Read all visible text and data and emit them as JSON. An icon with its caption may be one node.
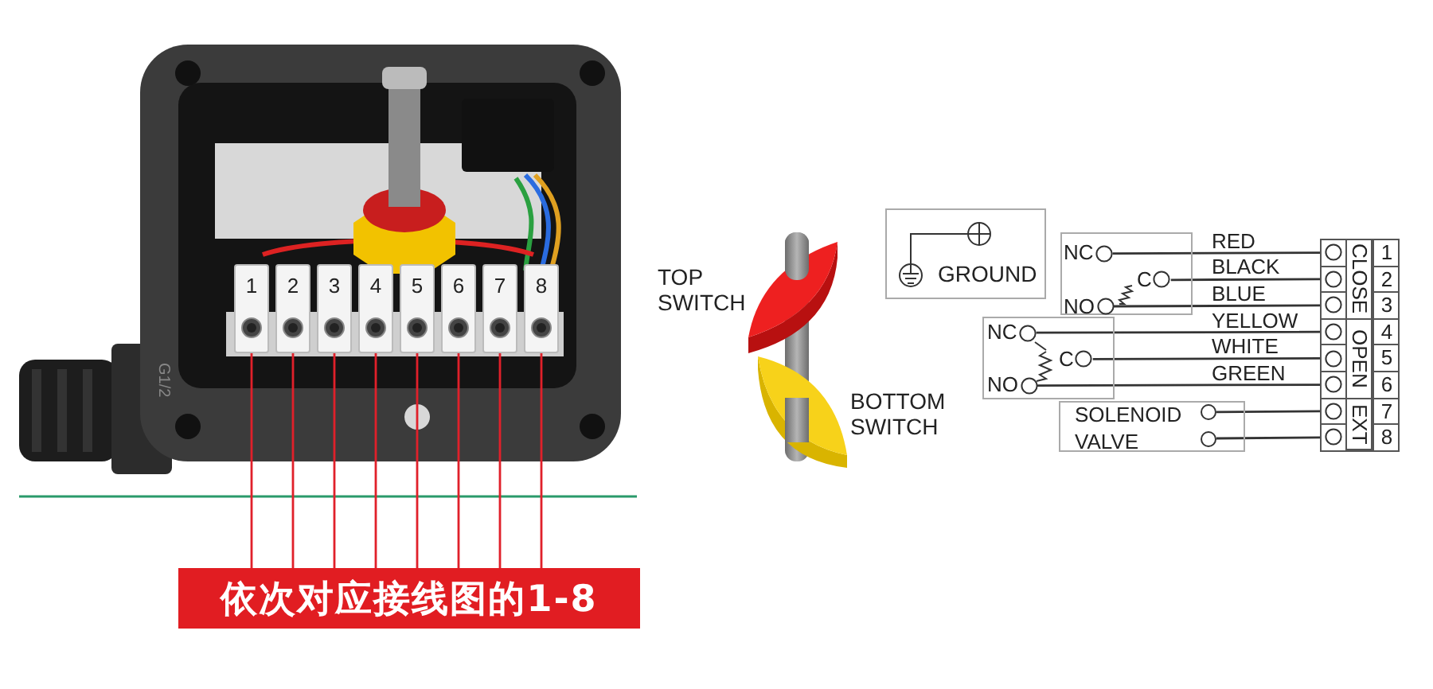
{
  "diagram": {
    "nodes": [
      {
        "text": [],
        "shape": "picture"
      },
      {
        "text": [
          "1"
        ],
        "in": 0
      },
      {
        "text": [
          "2"
        ],
        "in": 0
      },
      {
        "text": [
          "3"
        ],
        "in": 0
      },
      {
        "text": [
          "4"
        ],
        "in": 0
      },
      {
        "text": [
          "5"
        ],
        "in": 0
      },
      {
        "text": [
          "6"
        ],
        "in": 0
      },
      {
        "text": [
          "7"
        ],
        "in": 0
      },
      {
        "text": [
          "8"
        ],
        "in": 0
      },
      {
        "text": [
          "依次对应接线图的1-8"
        ]
      },
      {
        "text": [
          "GROUND"
        ]
      },
      {
        "text": [],
        "shape": "box"
      },
      {
        "text": [
          "NC"
        ],
        "in": 11
      },
      {
        "text": [
          "C"
        ],
        "in": 11
      },
      {
        "text": [
          "NO"
        ],
        "in": 11
      },
      {
        "text": [],
        "shape": "box"
      },
      {
        "text": [
          "NC"
        ],
        "in": 15
      },
      {
        "text": [
          "C"
        ],
        "in": 15
      },
      {
        "text": [
          "NO"
        ],
        "in": 15
      },
      {
        "text": [
          "SOLENOID",
          "VALVE"
        ]
      },
      {
        "text": [],
        "shape": "circle",
        "in": 19
      },
      {
        "text": [],
        "shape": "circle",
        "in": 19
      },
      {
        "text": [
          "1"
        ]
      },
      {
        "text": [
          "2"
        ]
      },
      {
        "text": [
          "3"
        ]
      },
      {
        "text": [
          "4"
        ]
      },
      {
        "text": [
          "5"
        ]
      },
      {
        "text": [
          "6"
        ]
      },
      {
        "text": [
          "7"
        ]
      },
      {
        "text": [
          "8"
        ]
      }
    ],
    "edges": [
      {
        "from": 1,
        "to": 9,
        "arrow": "none",
        "color": "#e0202a"
      },
      {
        "from": 2,
        "to": 9,
        "arrow": "none",
        "color": "#e0202a"
      },
      {
        "from": 3,
        "to": 9,
        "arrow": "none",
        "color": "#e0202a"
      },
      {
        "from": 4,
        "to": 9,
        "arrow": "none",
        "color": "#e0202a"
      },
      {
        "from": 5,
        "to": 9,
        "arrow": "none",
        "color": "#e0202a"
      },
      {
        "from": 6,
        "to": 9,
        "arrow": "none",
        "color": "#e0202a"
      },
      {
        "from": 7,
        "to": 9,
        "arrow": "none",
        "color": "#e0202a"
      },
      {
        "from": 8,
        "to": 9,
        "arrow": "none",
        "color": "#e0202a"
      },
      {
        "from": 12,
        "to": 22,
        "arrow": "none",
        "label": "RED",
        "color": "#333333"
      },
      {
        "from": 13,
        "to": 23,
        "arrow": "none",
        "label": "BLACK",
        "color": "#333333"
      },
      {
        "from": 14,
        "to": 24,
        "arrow": "none",
        "label": "BLUE",
        "color": "#333333"
      },
      {
        "from": 16,
        "to": 25,
        "arrow": "none",
        "label": "YELLOW",
        "color": "#333333"
      },
      {
        "from": 17,
        "to": 26,
        "arrow": "none",
        "label": "WHITE",
        "color": "#333333"
      },
      {
        "from": 18,
        "to": 27,
        "arrow": "none",
        "label": "GREEN",
        "color": "#333333"
      },
      {
        "from": 20,
        "to": 28,
        "arrow": "none",
        "color": "#333333"
      },
      {
        "from": 21,
        "to": 29,
        "arrow": "none",
        "color": "#333333"
      }
    ],
    "labels": [
      "G1/2",
      "TOP SWITCH",
      "BOTTOM SWITCH",
      "CLOSE",
      "OPEN",
      "EXT"
    ]
  }
}
